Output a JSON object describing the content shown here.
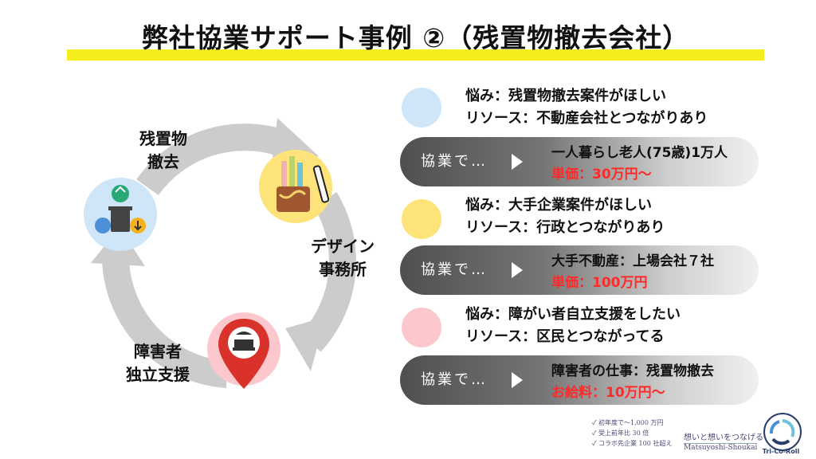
{
  "title": "弊社協業サポート事例 ②（残置物撤去会社）",
  "colors": {
    "highlight": "#f5ee1c",
    "blue": "#cfe5f8",
    "yellow": "#fde37a",
    "pink": "#fcc8cd",
    "red_text": "#ff2b2b",
    "arrow_gray": "#cccccc"
  },
  "cycle": {
    "node_top": {
      "label_line1": "残置物",
      "label_line2": "撤去",
      "icon": "recycle-bin-icon"
    },
    "node_right": {
      "label_line1": "デザイン",
      "label_line2": "事務所",
      "icon": "pencil-cup-icon"
    },
    "node_bottom": {
      "label_line1": "障害者",
      "label_line2": "独立支援",
      "icon": "map-pin-building-icon"
    }
  },
  "cases": [
    {
      "need": "悩み：残置物撤去案件がほしい",
      "resource": "リソース：不動産会社とつながりあり",
      "collab": "協業で…",
      "result1": "一人暮らし老人(75歳)1万人",
      "result2": "単価：30万円〜"
    },
    {
      "need": "悩み：大手企業案件がほしい",
      "resource": "リソース：行政とつながりあり",
      "collab": "協業で…",
      "result1": "大手不動産：上場会社７社",
      "result2": "単価：100万円"
    },
    {
      "need": "悩み：障がい者自立支援をしたい",
      "resource": "リソース：区民とつながってる",
      "collab": "協業で…",
      "result1": "障害者の仕事：残置物撤去",
      "result2": "お給料：10万円〜"
    }
  ],
  "footer": {
    "stat1": "✓ 初年度で～1,000 万円",
    "stat2": "✓ 受上前年比 30 倍",
    "stat3": "✓ コラボ先企業 100 社超え",
    "tagline": "想いと想いをつなげる",
    "brand": "Matsuyoshi-Shoukai",
    "logo_text": "Tri-Co-Roll"
  }
}
